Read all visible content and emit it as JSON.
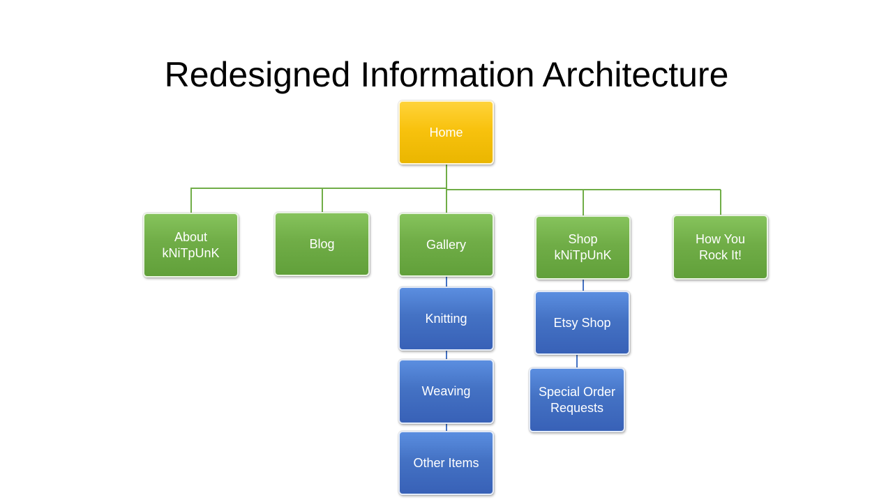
{
  "slide": {
    "title": "Redesigned Information Architecture"
  },
  "colors": {
    "root": "#FFC000",
    "level1": "#70AD47",
    "level2": "#4472C4",
    "connector_green": "#70AD47",
    "connector_blue": "#4472C4"
  },
  "nodes": {
    "home": "Home",
    "about": "About\nkNiTpUnK",
    "blog": "Blog",
    "gallery": "Gallery",
    "shop": "Shop\nkNiTpUnK",
    "how_you_rock": "How You\nRock It!",
    "knitting": "Knitting",
    "weaving": "Weaving",
    "other_items": "Other Items",
    "etsy_shop": "Etsy Shop",
    "special_order": "Special Order\nRequests"
  }
}
